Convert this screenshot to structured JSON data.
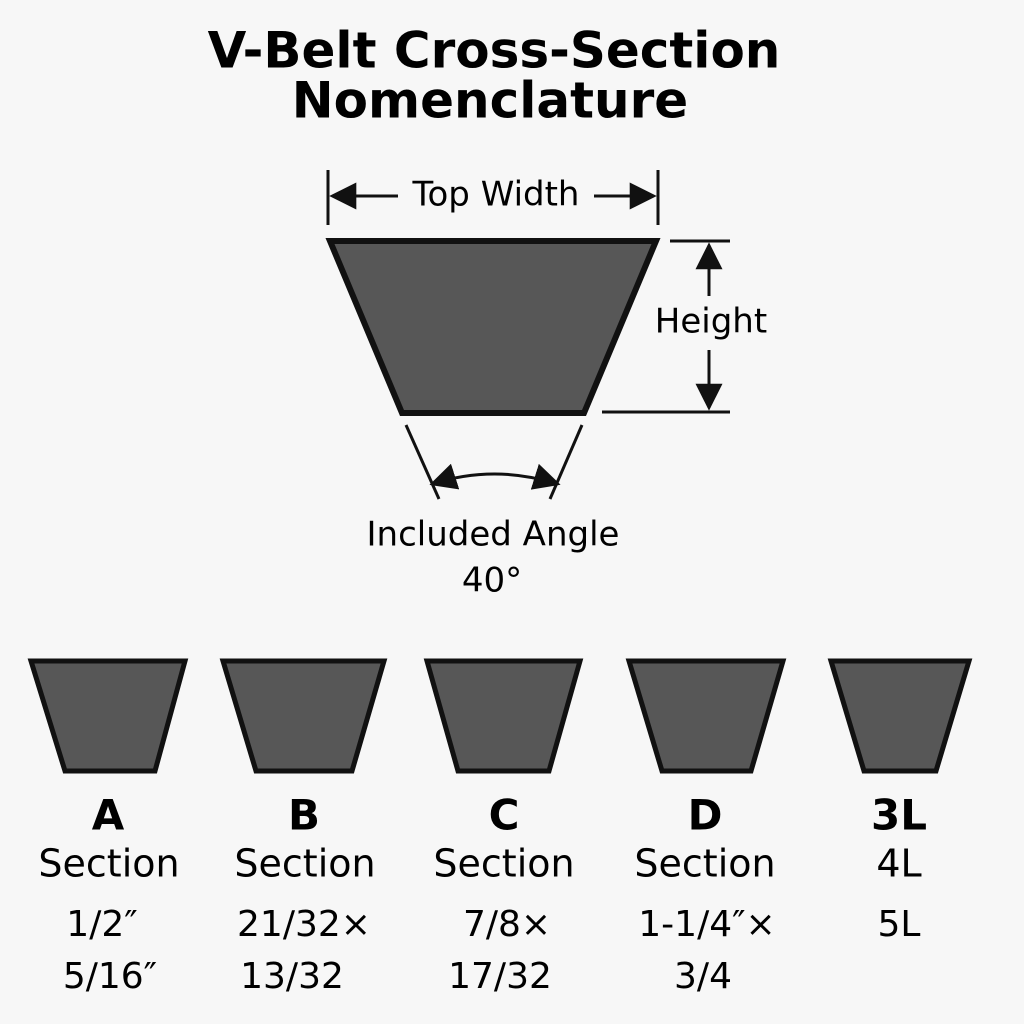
{
  "title": {
    "line1": "V-Belt Cross-Section",
    "line2": "Nomenclature"
  },
  "main_profile": {
    "top_width_label": "Top Width",
    "height_label": "Height",
    "angle_label": "Included Angle",
    "angle_value": "40°"
  },
  "colors": {
    "belt_fill": "#575757",
    "outline": "#111111",
    "background": "#f7f7f7"
  },
  "sections": [
    {
      "name": "A",
      "line1": "Section",
      "line2": "1/2″",
      "line3": "5/16″"
    },
    {
      "name": "B",
      "line1": "Section",
      "line2": "21/32×",
      "line3": "13/32"
    },
    {
      "name": "C",
      "line1": "Section",
      "line2": "7/8×",
      "line3": "17/32"
    },
    {
      "name": "D",
      "line1": "Section",
      "line2": "1-1/4″×",
      "line3": "3/4"
    },
    {
      "name": "3L",
      "line1": "4L",
      "line2": "5L",
      "line3": ""
    }
  ]
}
